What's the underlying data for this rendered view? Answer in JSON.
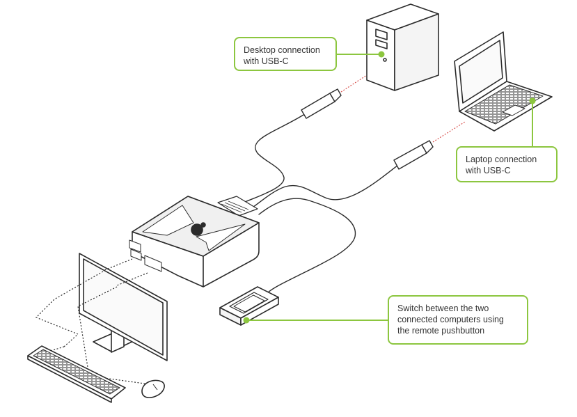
{
  "colors": {
    "accent": "#8cc63f",
    "stroke": "#2b2b2b",
    "signal": "#d9534f"
  },
  "callouts": {
    "desktop": {
      "line1": "Desktop connection",
      "line2": "with USB-C"
    },
    "laptop": {
      "line1": "Laptop connection",
      "line2": "with USB-C"
    },
    "switch": {
      "line1": "Switch between the two",
      "line2": "connected computers using",
      "line3": "the remote pushbutton"
    }
  },
  "icons": [
    "desktop-tower-icon",
    "laptop-icon",
    "kvm-switch-icon",
    "monitor-icon",
    "keyboard-icon",
    "mouse-icon",
    "remote-pushbutton-icon",
    "usb-c-plug-icon"
  ]
}
